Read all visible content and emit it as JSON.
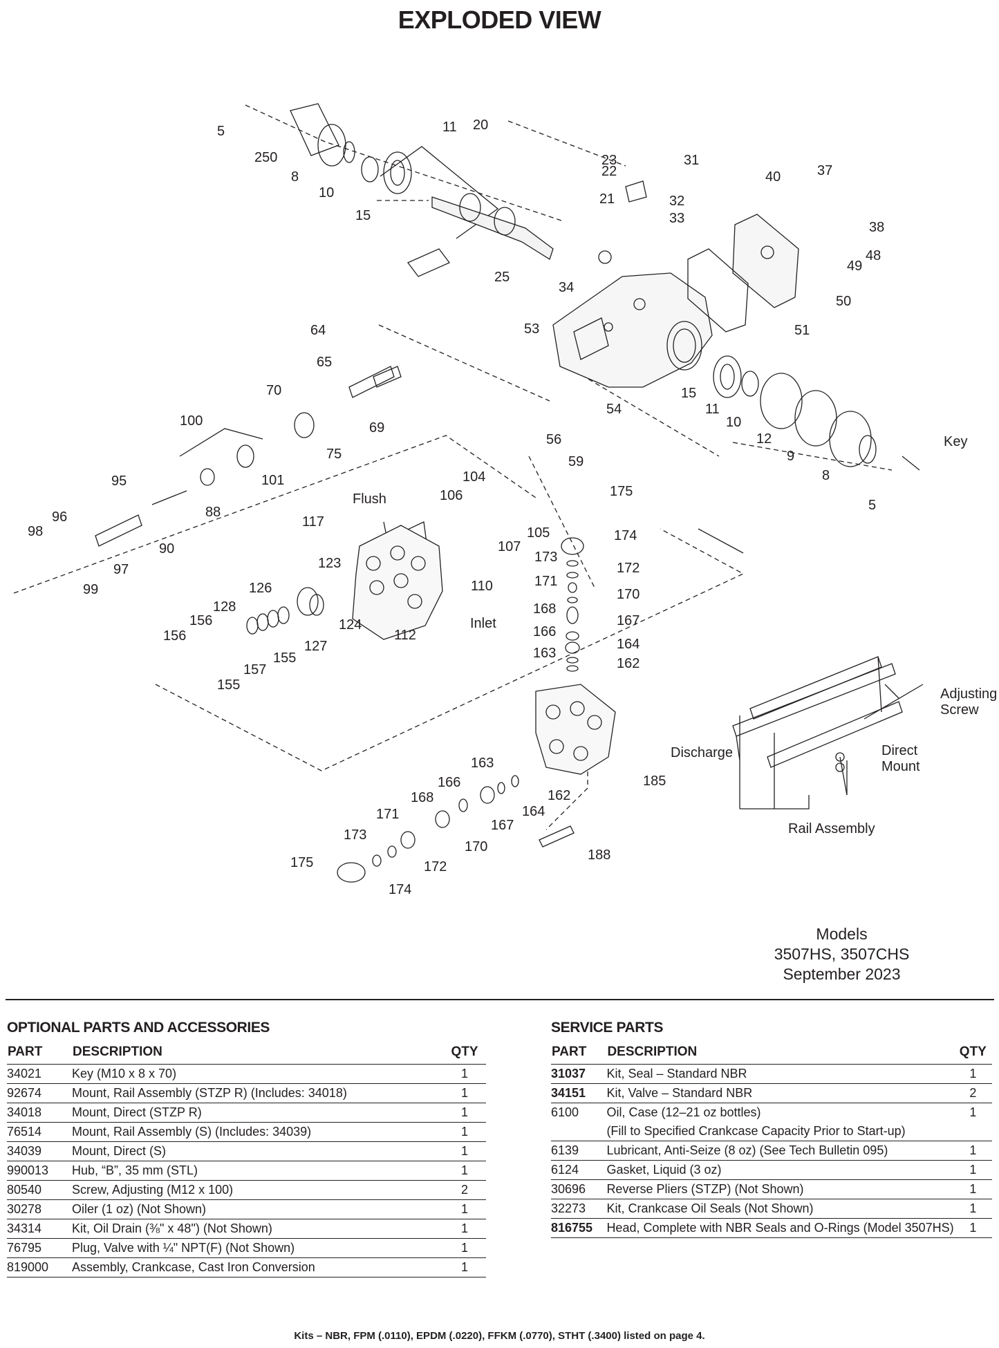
{
  "page": {
    "title": "EXPLODED VIEW"
  },
  "diagram": {
    "callouts": [
      "5",
      "250",
      "8",
      "10",
      "15",
      "11",
      "20",
      "22",
      "23",
      "21",
      "31",
      "32",
      "33",
      "40",
      "37",
      "38",
      "48",
      "49",
      "50",
      "51",
      "25",
      "34",
      "53",
      "64",
      "65",
      "70",
      "69",
      "75",
      "100",
      "101",
      "88",
      "95",
      "96",
      "98",
      "97",
      "99",
      "90",
      "117",
      "123",
      "126",
      "128",
      "156",
      "156",
      "157",
      "155",
      "155",
      "127",
      "124",
      "112",
      "Flush",
      "110",
      "Inlet",
      "104",
      "106",
      "105",
      "107",
      "54",
      "56",
      "59",
      "175",
      "174",
      "173",
      "172",
      "171",
      "170",
      "168",
      "167",
      "166",
      "164",
      "163",
      "162",
      "15",
      "11",
      "10",
      "12",
      "9",
      "8",
      "5",
      "Key",
      "Discharge",
      "185",
      "Adjusting",
      "Screw",
      "Direct",
      "Mount",
      "Rail Assembly",
      "163",
      "166",
      "162",
      "168",
      "164",
      "171",
      "167",
      "173",
      "170",
      "172",
      "175",
      "174",
      "188"
    ]
  },
  "models": {
    "line1": "Models",
    "line2": "3507HS, 3507CHS",
    "line3": "September 2023"
  },
  "optional_parts": {
    "title": "OPTIONAL PARTS AND ACCESSORIES",
    "headers": {
      "part": "PART",
      "description": "DESCRIPTION",
      "qty": "QTY"
    },
    "rows": [
      {
        "part": "34021",
        "description": "Key (M10 x 8 x 70)",
        "qty": "1"
      },
      {
        "part": "92674",
        "description": "Mount, Rail Assembly (STZP R) (Includes: 34018)",
        "qty": "1"
      },
      {
        "part": "34018",
        "description": "Mount, Direct (STZP R)",
        "qty": "1"
      },
      {
        "part": "76514",
        "description": "Mount, Rail Assembly (S) (Includes: 34039)",
        "qty": "1"
      },
      {
        "part": "34039",
        "description": "Mount, Direct (S)",
        "qty": "1"
      },
      {
        "part": "990013",
        "description": "Hub, “B”, 35 mm (STL)",
        "qty": "1"
      },
      {
        "part": "80540",
        "description": "Screw, Adjusting (M12 x 100)",
        "qty": "2"
      },
      {
        "part": "30278",
        "description": "Oiler (1 oz) (Not Shown)",
        "qty": "1"
      },
      {
        "part": "34314",
        "description": "Kit, Oil Drain (⅜\" x 48\") (Not Shown)",
        "qty": "1"
      },
      {
        "part": "76795",
        "description": "Plug, Valve with ¼\" NPT(F) (Not Shown)",
        "qty": "1"
      },
      {
        "part": "819000",
        "description": "Assembly, Crankcase, Cast Iron Conversion",
        "qty": "1"
      }
    ]
  },
  "service_parts": {
    "title": "SERVICE PARTS",
    "headers": {
      "part": "PART",
      "description": "DESCRIPTION",
      "qty": "QTY"
    },
    "rows": [
      {
        "part": "31037",
        "description": "Kit, Seal – Standard NBR",
        "qty": "1",
        "bold": true
      },
      {
        "part": "34151",
        "description": "Kit, Valve – Standard NBR",
        "qty": "2",
        "bold": true
      },
      {
        "part": "6100",
        "description": "Oil, Case (12–21 oz bottles)",
        "description2": "(Fill to Specified Crankcase Capacity Prior to Start-up)",
        "qty": "1",
        "bold": false
      },
      {
        "part": "6139",
        "description": "Lubricant, Anti-Seize (8 oz) (See Tech Bulletin 095)",
        "qty": "1",
        "bold": false
      },
      {
        "part": "6124",
        "description": "Gasket, Liquid (3 oz)",
        "qty": "1",
        "bold": false
      },
      {
        "part": "30696",
        "description": "Reverse Pliers (STZP) (Not Shown)",
        "qty": "1",
        "bold": false
      },
      {
        "part": "32273",
        "description": "Kit, Crankcase Oil Seals (Not Shown)",
        "qty": "1",
        "bold": false
      },
      {
        "part": "816755",
        "description": "Head, Complete with NBR Seals and O-Rings (Model 3507HS)",
        "qty": "1",
        "bold": true
      }
    ]
  },
  "footnote": "Kits – NBR, FPM (.0110), EPDM (.0220), FFKM (.0770), STHT (.3400) listed on page 4."
}
